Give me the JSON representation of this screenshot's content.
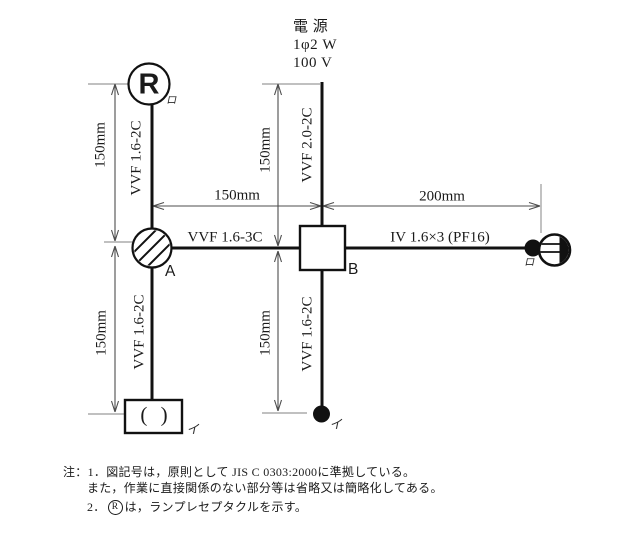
{
  "source": {
    "title": "電 源",
    "phase": "1φ2 W",
    "voltage": "100 V"
  },
  "devices": {
    "receptacle_letter": "R",
    "receptacle_switch_label": "ロ",
    "junction_a_label": "A",
    "outlet_box_b_label": "B",
    "ceiling_rose_glyph": "( )",
    "ceiling_rose_switch_label": "イ",
    "switch_i_label": "イ",
    "switch_ro_label": "ロ"
  },
  "cables": {
    "receptacle_drop": "VVF 1.6-2C",
    "power_feed": "VVF 2.0-2C",
    "a_to_b": "VVF 1.6-3C",
    "ceiling_drop": "VVF 1.6-2C",
    "switch_drop": "VVF 1.6-2C",
    "conduit_run": "IV 1.6×3 (PF16)"
  },
  "dimensions": {
    "receptacle_drop": "150mm",
    "power_feed": "150mm",
    "a_to_b": "150mm",
    "ceiling_drop": "150mm",
    "switch_drop": "150mm",
    "conduit_run": "200mm"
  },
  "notes": {
    "line1": "注：1．図記号は，原則として JIS C 0303:2000に準拠している。",
    "line2": "また，作業に直接関係のない部分等は省略又は簡略化してある。",
    "note2_prefix": "2．",
    "note2_symbol": "R",
    "note2_text": "は，ランプレセプタクルを示す。"
  }
}
